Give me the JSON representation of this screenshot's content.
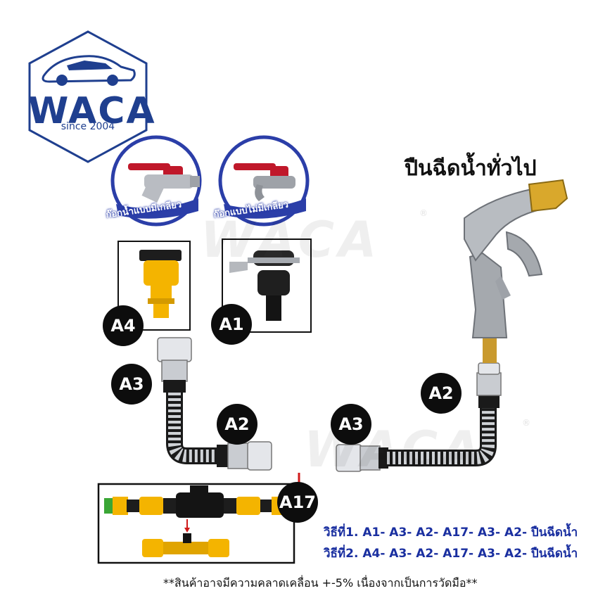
{
  "logo": {
    "brand": "WACA",
    "since": "since 2004"
  },
  "headline": "ปืนฉีดน้ำทั่วไป",
  "faucets": [
    {
      "caption": "ก๊อกน้ำแบบมีเกลียว",
      "icon": "threaded-faucet-icon"
    },
    {
      "caption": "ก๊อกแบบไม่มีเกลียว",
      "icon": "unthreaded-faucet-icon"
    }
  ],
  "labels": {
    "a4": "A4",
    "a1": "A1",
    "a3_left": "A3",
    "a2_left": "A2",
    "a17": "A17",
    "a3_right": "A3",
    "a2_right": "A2"
  },
  "methods": [
    "วิธีที่1. A1- A3- A2- A17- A3- A2- ปืนฉีดน้ำ",
    "วิธีที่2. A4- A3- A2- A17- A3- A2- ปืนฉีดน้ำ"
  ],
  "footnote": "**สินค้าอาจมีความคลาดเคลื่อน +-5% เนื่องจากเป็นการวัดมือ**",
  "watermark": {
    "text": "WACA",
    "reg": "®"
  },
  "colors": {
    "brand_blue": "#1f3f8f",
    "method_blue": "#1a2fa0",
    "badge": "#0d0d0d",
    "connector_yellow": "#f4b400",
    "handle_red": "#c0182a"
  }
}
